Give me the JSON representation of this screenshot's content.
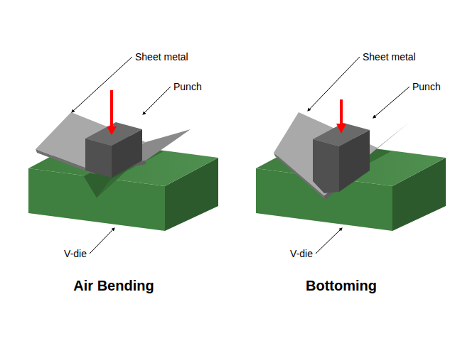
{
  "diagram": {
    "labels": [
      "Sheet metal",
      "Punch",
      "V-die",
      "Air Bending",
      "Sheet metal",
      "Punch",
      "V-die",
      "Bottoming"
    ]
  }
}
